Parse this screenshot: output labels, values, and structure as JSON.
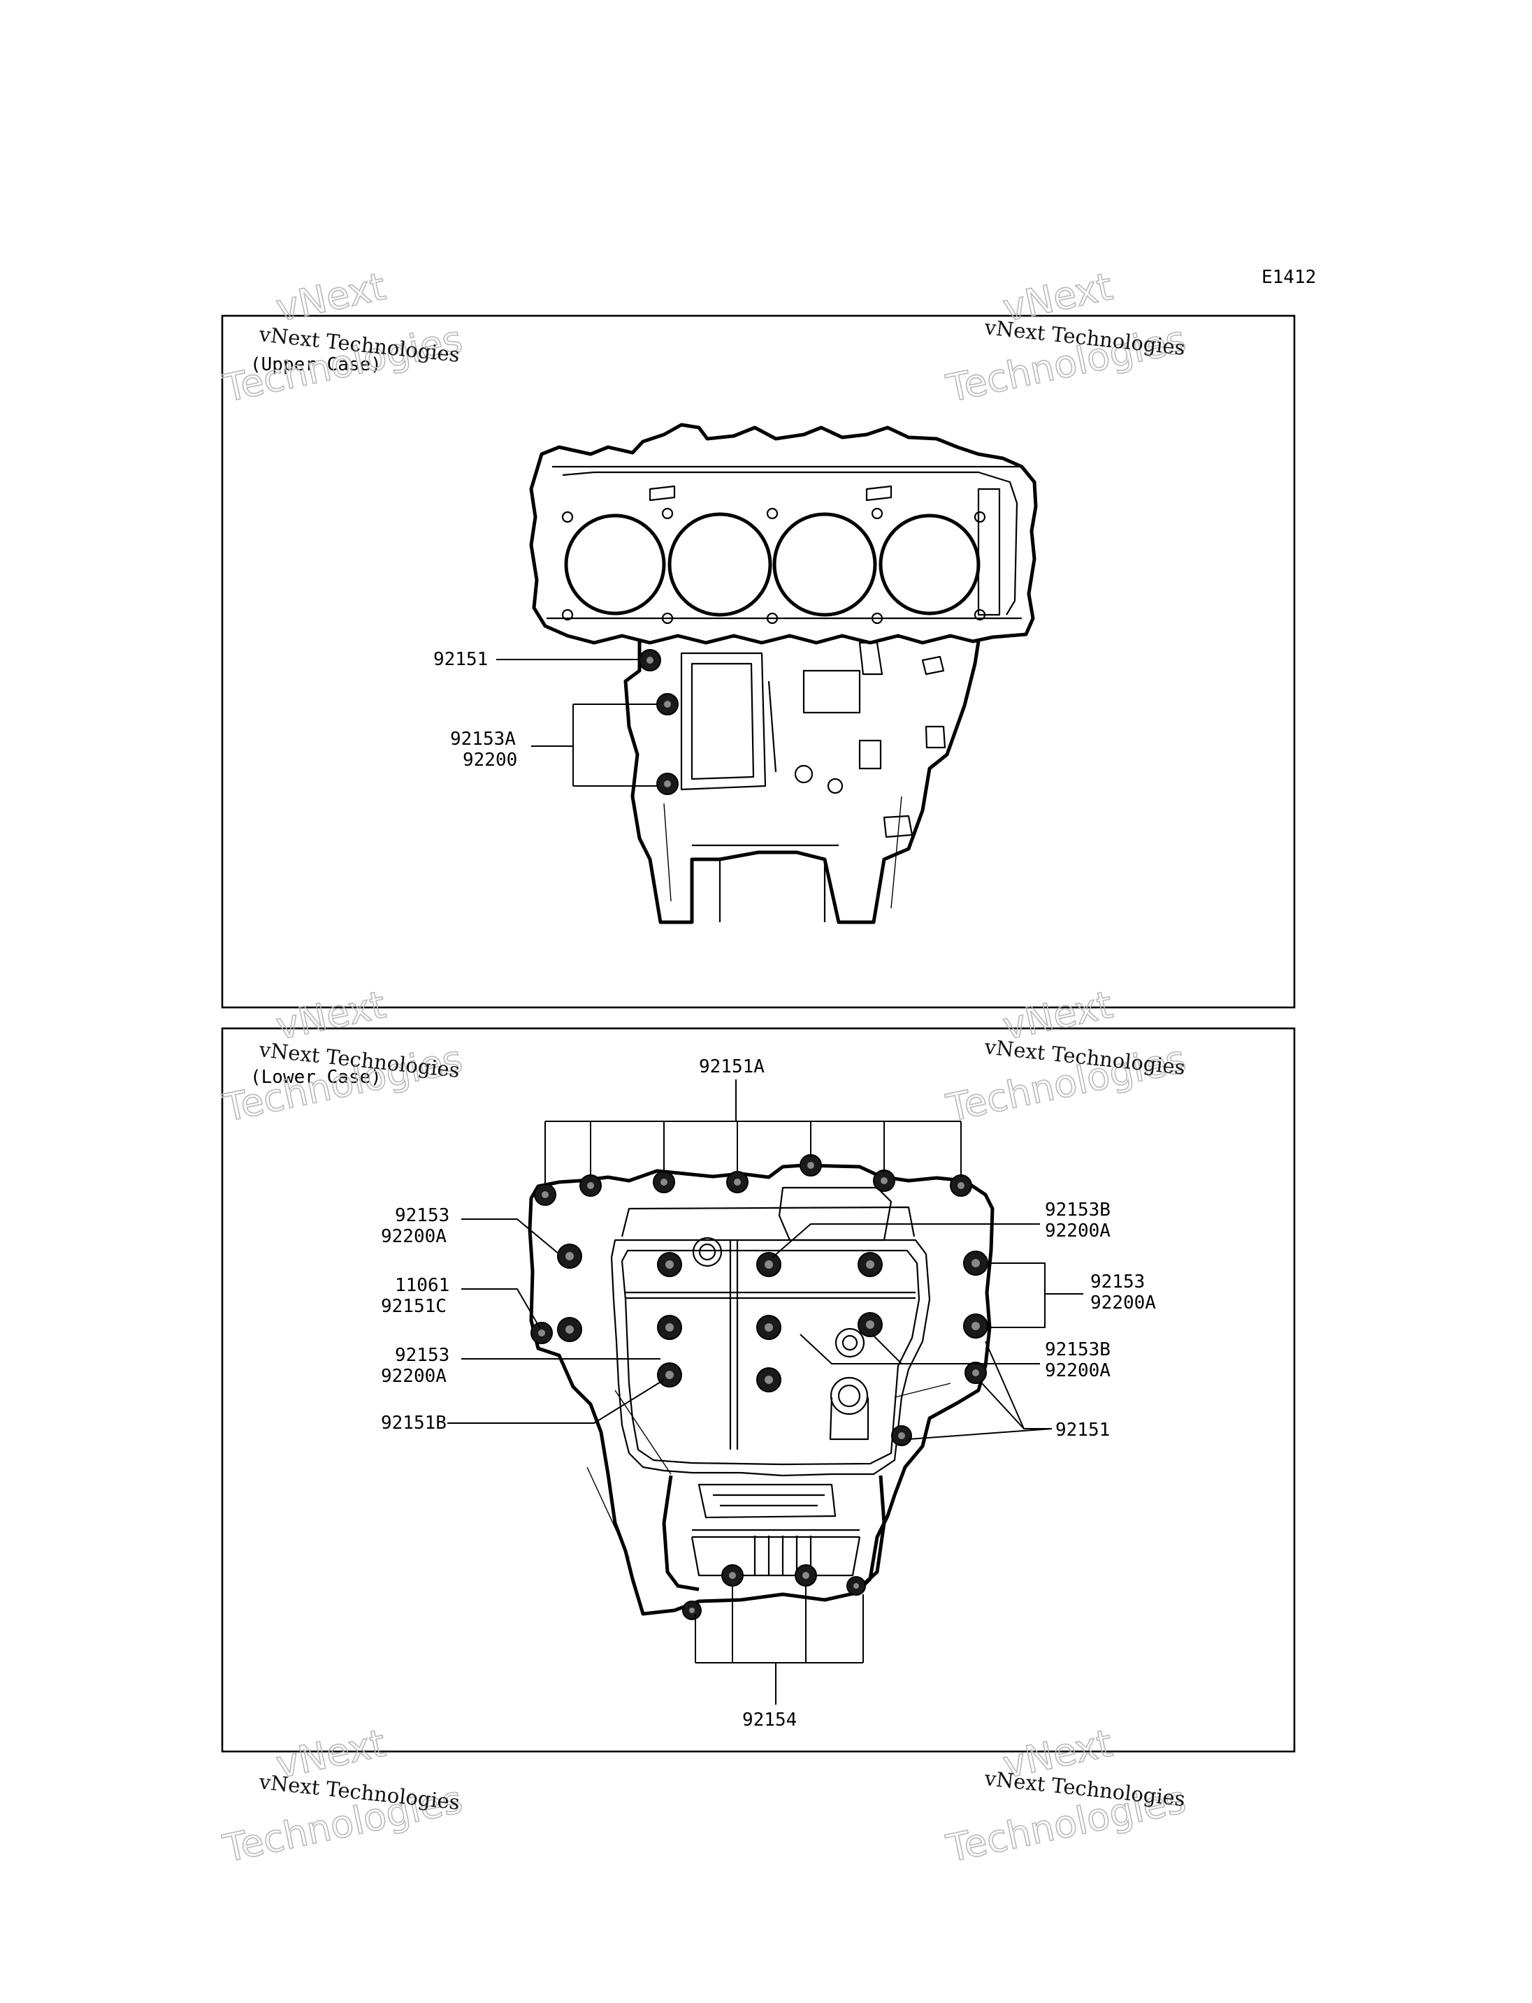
{
  "diagram_code": "E1412",
  "upper_panel": {
    "caption": "(Upper Case)",
    "callouts": {
      "c92151": "92151",
      "c92153A": "92153A",
      "c92200": "92200"
    }
  },
  "lower_panel": {
    "caption": "(Lower Case)",
    "callouts": {
      "top": "92151A",
      "left_1a": "92153",
      "left_1b": "92200A",
      "left_2a": "11061",
      "left_2b": "92151C",
      "left_3a": "92153",
      "left_3b": "92200A",
      "left_4": "92151B",
      "right_1a": "92153B",
      "right_1b": "92200A",
      "right_2a": "92153",
      "right_2b": "92200A",
      "right_3a": "92153B",
      "right_3b": "92200A",
      "right_4": "92151",
      "bottom": "92154"
    }
  },
  "watermark": {
    "brand_line": "vNext Technologies",
    "outline_top": "vNext",
    "outline_bottom": "Technologies"
  }
}
